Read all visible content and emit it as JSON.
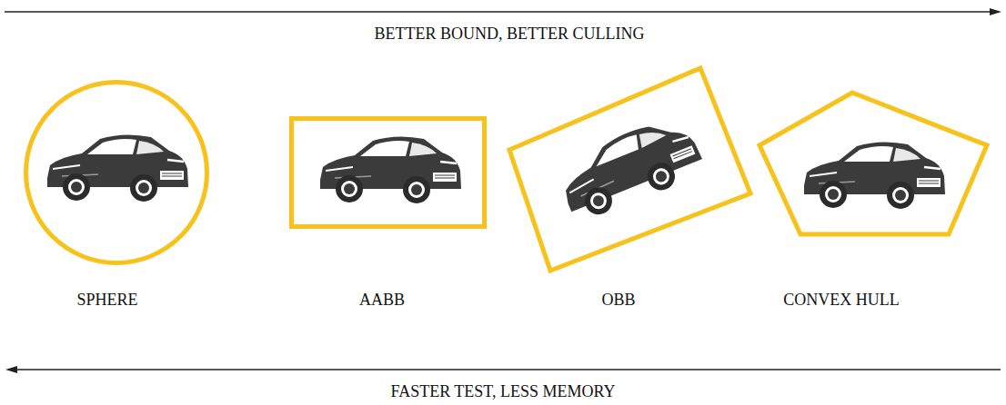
{
  "diagram": {
    "nodes": [
      {
        "text": [
          "SPHERE"
        ]
      },
      {
        "text": [
          "AABB"
        ]
      },
      {
        "text": [
          "OBB"
        ]
      },
      {
        "text": [
          "CONVEX HULL"
        ]
      }
    ],
    "labels": [
      "BETTER BOUND, BETTER CULLING",
      "FASTER TEST, LESS MEMORY"
    ]
  }
}
